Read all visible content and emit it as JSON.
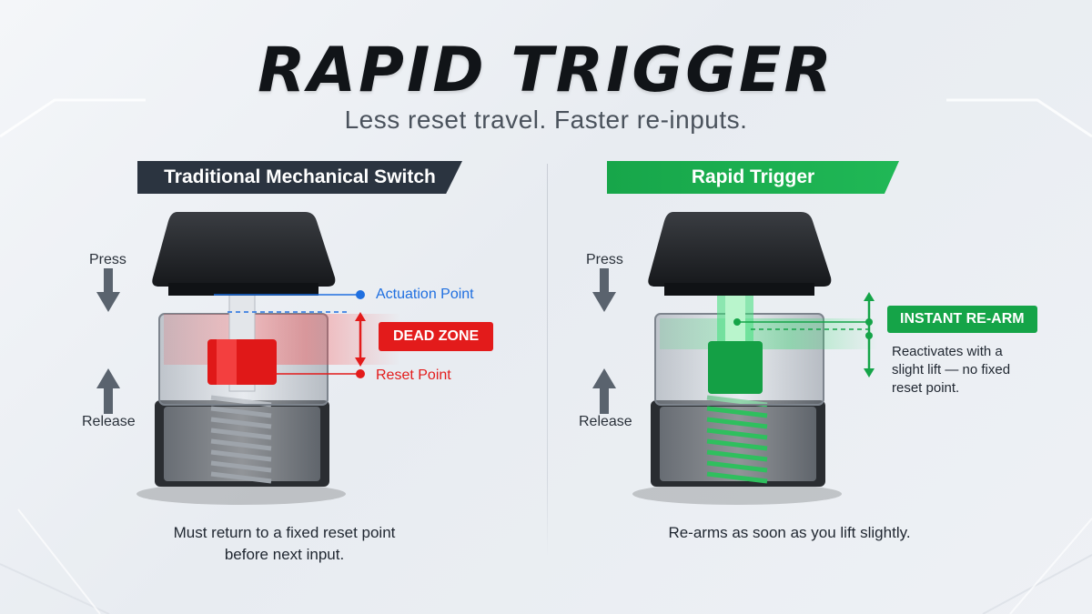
{
  "header": {
    "title": "RAPID TRIGGER",
    "subtitle": "Less reset travel. Faster re-inputs."
  },
  "left_panel": {
    "banner": "Traditional Mechanical Switch",
    "press_label": "Press",
    "release_label": "Release",
    "actuation_label": "Actuation Point",
    "reset_label": "Reset Point",
    "dead_zone_label": "DEAD ZONE",
    "caption_line1": "Must return to a fixed reset point",
    "caption_line2": "before next input.",
    "accent_color": "#e31b1b",
    "actuation_color": "#1f6fe0"
  },
  "right_panel": {
    "banner": "Rapid Trigger",
    "press_label": "Press",
    "release_label": "Release",
    "rearm_label": "INSTANT RE-ARM",
    "note_line1": "Reactivates with a",
    "note_line2": "slight lift — no fixed",
    "note_line3": "reset point.",
    "caption": "Re-arms as soon as you lift slightly.",
    "accent_color": "#15a448"
  },
  "icons": [
    "arrow-down-icon",
    "arrow-up-icon",
    "double-arrow-icon",
    "keycap-switch-illustration"
  ]
}
